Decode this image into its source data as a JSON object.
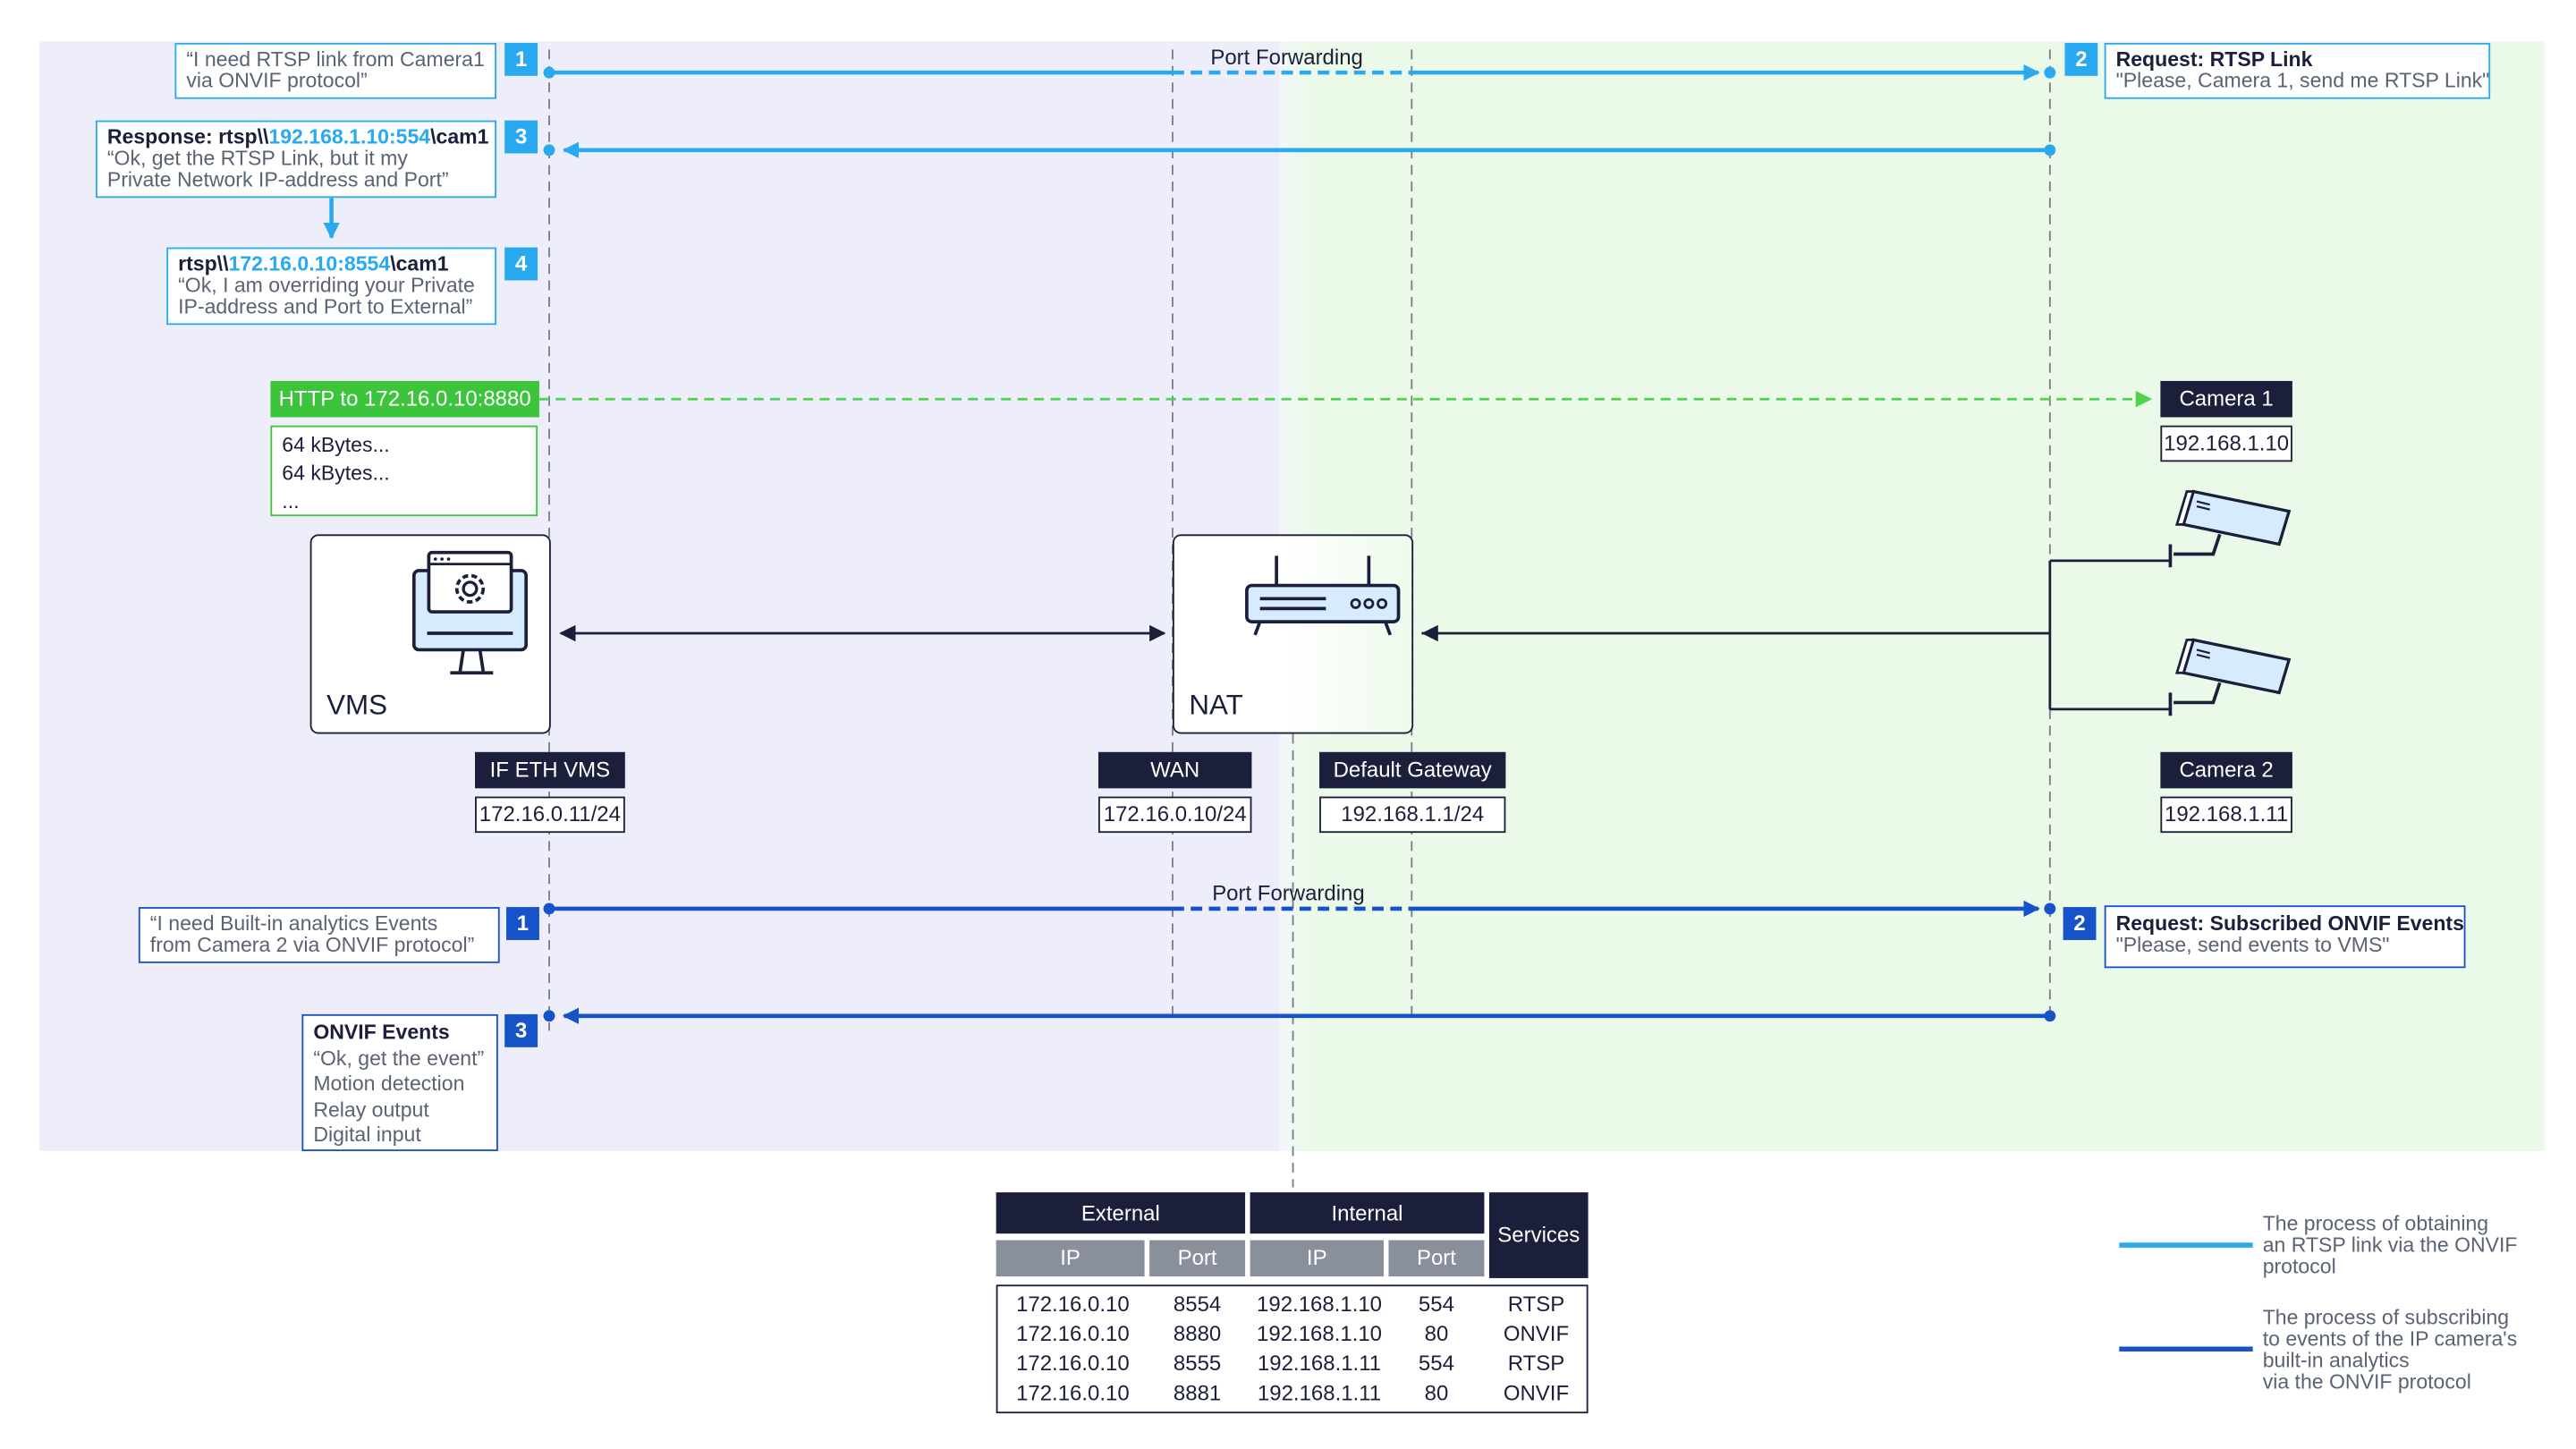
{
  "colors": {
    "light_blue": "#29a9f0",
    "dark_blue": "#1652c8",
    "green": "#3cc43c",
    "navy": "#1b1f3b",
    "lavender_zone": "#eeeefb",
    "green_zone": "#ebfae8"
  },
  "rtsp": {
    "step1": {
      "num": "1",
      "line1": "“I need RTSP link from Camera1",
      "line2": " via ONVIF  protocol”"
    },
    "step2": {
      "num": "2",
      "title": "Request: RTSP Link",
      "line": "\"Please, Camera 1, send me RTSP Link\""
    },
    "step3": {
      "num": "3",
      "title_pre": "Response: rtsp\\\\",
      "title_hl": "192.168.1.10:554",
      "title_post": "\\cam1",
      "line1": "“Ok, get the RTSP Link, but it my",
      "line2": "Private Network IP-address and Port”"
    },
    "step4": {
      "num": "4",
      "title_pre": "rtsp\\\\",
      "title_hl": "172.16.0.10:8554",
      "title_post": "\\cam1",
      "line1": "“Ok, I am overriding your Private",
      "line2": "IP-address and Port to External”"
    },
    "port_forwarding": "Port Forwarding"
  },
  "http": {
    "label": "HTTP to 172.16.0.10:8880",
    "data1": "64 kBytes...",
    "data2": "64 kBytes...",
    "data3": "..."
  },
  "devices": {
    "vms": {
      "label": "VMS",
      "if_tag": "IF ETH VMS",
      "ip": "172.16.0.11/24"
    },
    "nat": {
      "label": "NAT",
      "wan_tag": "WAN",
      "wan_ip": "172.16.0.10/24",
      "gw_tag": "Default Gateway",
      "gw_ip": "192.168.1.1/24"
    },
    "camera1": {
      "tag": "Camera 1",
      "ip": "192.168.1.10"
    },
    "camera2": {
      "tag": "Camera 2",
      "ip": "192.168.1.11"
    }
  },
  "onvif": {
    "step1": {
      "num": "1",
      "line1": "“I need Built-in analytics  Events",
      "line2": "from Camera 2 via ONVIF protocol”"
    },
    "step2": {
      "num": "2",
      "title": "Request: Subscribed ONVIF Events",
      "line": "\"Please, send events to VMS\""
    },
    "step3": {
      "num": "3",
      "title": "ONVIF Events",
      "lines": [
        "“Ok, get the event”",
        "Motion detection",
        "Relay output",
        "Digital input"
      ]
    },
    "port_forwarding": "Port Forwarding"
  },
  "table": {
    "external": "External",
    "internal": "Internal",
    "services": "Services",
    "ip": "IP",
    "port": "Port",
    "rows": [
      [
        "172.16.0.10",
        "8554",
        "192.168.1.10",
        "554",
        "RTSP"
      ],
      [
        "172.16.0.10",
        "8880",
        "192.168.1.10",
        "80",
        "ONVIF"
      ],
      [
        "172.16.0.10",
        "8555",
        "192.168.1.11",
        "554",
        "RTSP"
      ],
      [
        "172.16.0.10",
        "8881",
        "192.168.1.11",
        "80",
        "ONVIF"
      ]
    ]
  },
  "legend": {
    "rtsp": "The process of obtaining\nan RTSP link via the ONVIF\nprotocol",
    "onvif": "The process of subscribing\nto events of the IP camera's\nbuilt-in analytics\nvia the ONVIF protocol"
  }
}
